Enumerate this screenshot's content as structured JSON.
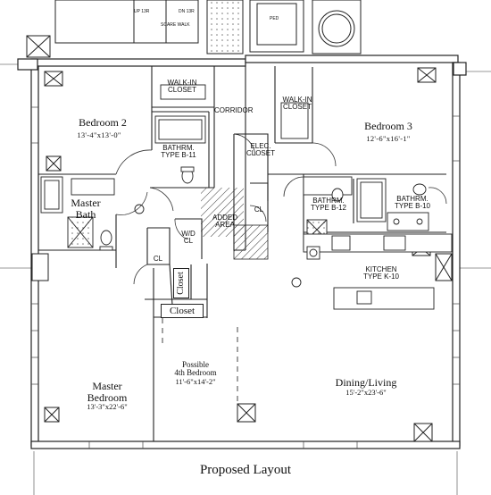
{
  "caption": "Proposed Layout",
  "rooms": {
    "bedroom2": {
      "name": "Bedroom 2",
      "dims": "13'-4\"x13'-0\""
    },
    "walkin1": {
      "name": "WALK-IN",
      "name2": "CLOSET"
    },
    "corridor": {
      "name": "CORRIDOR"
    },
    "bathrm1": {
      "name": "BATHRM.",
      "type": "TYPE B-11"
    },
    "walkin2": {
      "name": "WALK-IN",
      "name2": "CLOSET"
    },
    "bedroom3": {
      "name": "Bedroom 3",
      "dims": "12'-6\"x16'-1\""
    },
    "elec": {
      "name": "ELEC.",
      "name2": "CLOSET"
    },
    "masterbath": {
      "name": "Master",
      "name2": "Bath"
    },
    "added": {
      "name": "ADDED",
      "name2": "AREA"
    },
    "cl1": {
      "name": "CL"
    },
    "bathrm2": {
      "name": "BATHRM.",
      "type": "TYPE B-12"
    },
    "bathrm3": {
      "name": "BATHRM.",
      "type": "TYPE B-10"
    },
    "wd": {
      "name": "W/D",
      "name2": "CL"
    },
    "cl2": {
      "name": "CL"
    },
    "closet_v": {
      "name": "Closet"
    },
    "closet_h": {
      "name": "Closet"
    },
    "kitchen": {
      "name": "KITCHEN",
      "type": "TYPE K-10"
    },
    "bedroom4": {
      "name": "Possible",
      "name2": "4th Bedroom",
      "dims": "11'-6\"x14'-2\""
    },
    "dining": {
      "name": "Dining/Living",
      "dims": "15'-2\"x23'-6\""
    },
    "master": {
      "name": "Master",
      "name2": "Bedroom",
      "dims": "13'-3\"x22'-6\""
    }
  },
  "top_notes": {
    "left1": "UP 13R",
    "left2": "DN 13R",
    "left3": "SCARE WALK",
    "right1": "PED"
  }
}
